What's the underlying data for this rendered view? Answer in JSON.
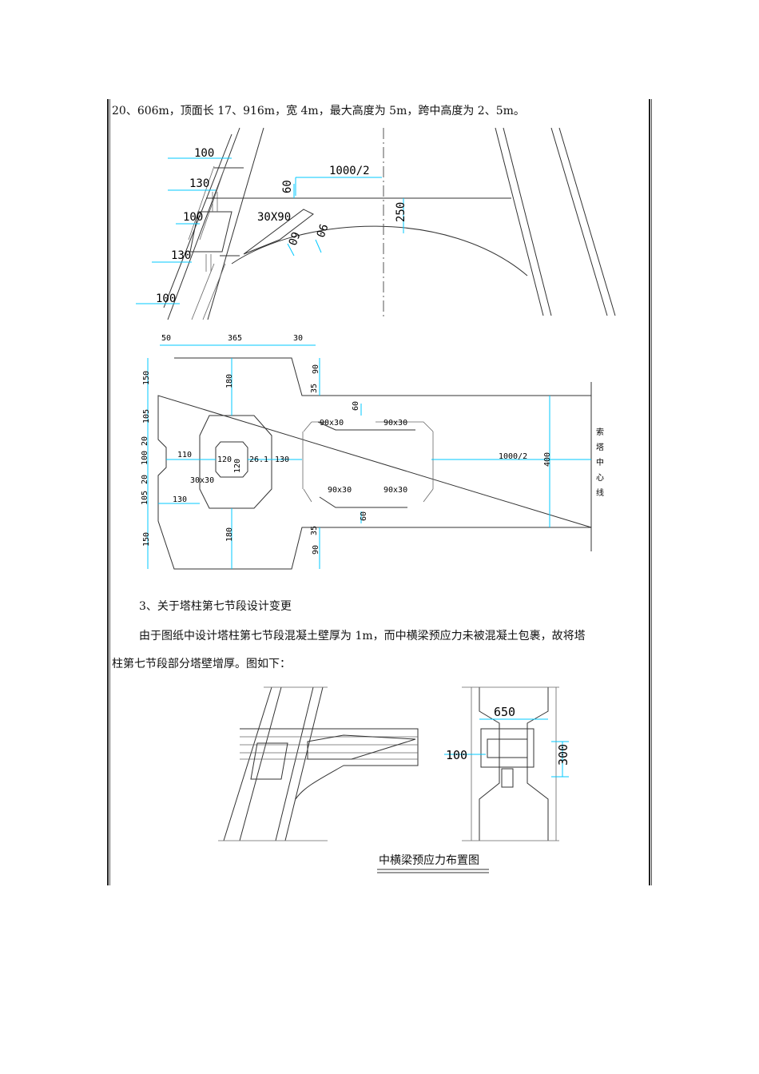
{
  "text": {
    "line1": "20、606m，顶面长 17、916m，宽 4m，最大高度为 5m，跨中高度为 2、5m。",
    "heading3": "3、关于塔柱第七节段设计变更",
    "para3_line1": "由于图纸中设计塔柱第七节段混凝土壁厚为 1m，而中横梁预应力未被混凝土包裹，故将塔",
    "para3_line2": "柱第七节段部分塔壁增厚。图如下：",
    "caption": "中横梁预应力布置图"
  },
  "drawing1": {
    "dims": [
      "100",
      "130",
      "100",
      "130",
      "100",
      "1000/2",
      "60",
      "250",
      "30X90",
      "60",
      "90"
    ]
  },
  "drawing2": {
    "top_dims": [
      "50",
      "365",
      "30"
    ],
    "left_dims": [
      "150",
      "105",
      "20",
      "100",
      "20",
      "105",
      "150"
    ],
    "inner_dims": [
      "180",
      "110",
      "120",
      "120",
      "26.1",
      "130",
      "30x30",
      "130",
      "180",
      "90",
      "35",
      "35",
      "90",
      "60",
      "60",
      "1000/2",
      "400"
    ],
    "boxes": [
      "90x30",
      "90x30",
      "90x30",
      "90x30"
    ],
    "centerline_label": [
      "索",
      "塔",
      "中",
      "心",
      "线"
    ]
  },
  "drawing3": {
    "dims": [
      "650",
      "100",
      "300"
    ]
  },
  "colors": {
    "dimension": "#00c8ff",
    "line": "#333333"
  }
}
